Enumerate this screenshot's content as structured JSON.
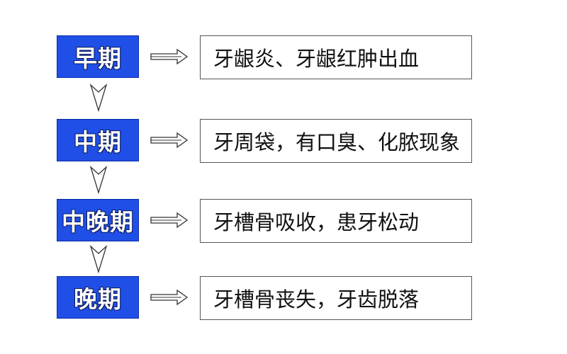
{
  "colors": {
    "stage_fill": "#1f4fe6",
    "stage_text": "#ffffff",
    "outline": "#555555"
  },
  "icons": {
    "right_arrow": "outline-double-shaft-right-arrow",
    "down_arrow": "outline-chevron-down-arrow"
  },
  "stages": [
    {
      "label": "早期",
      "description": "牙龈炎、牙龈红肿出血"
    },
    {
      "label": "中期",
      "description": "牙周袋，有口臭、化脓现象"
    },
    {
      "label": "中晚期",
      "description": "牙槽骨吸收，患牙松动"
    },
    {
      "label": "晚期",
      "description": "牙槽骨丧失，牙齿脱落"
    }
  ]
}
